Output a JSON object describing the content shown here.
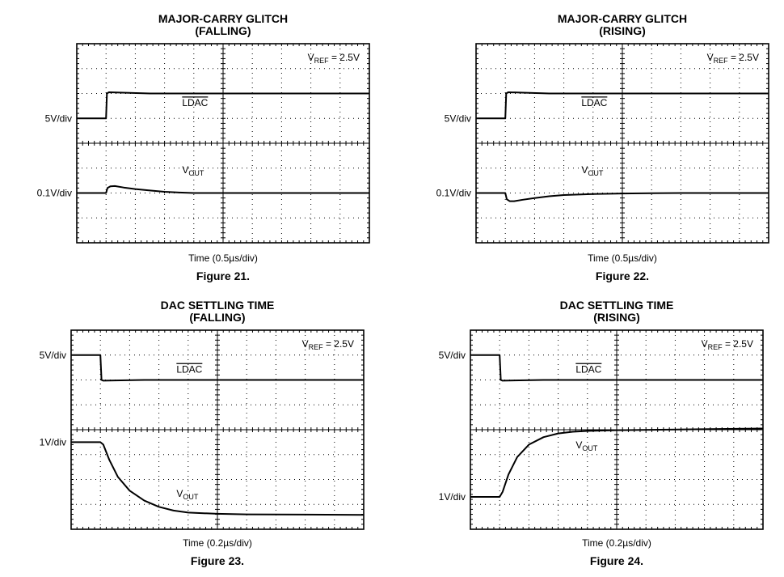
{
  "colors": {
    "trace": "#000000",
    "grid": "#000000",
    "background": "#ffffff"
  },
  "chart_data": [
    {
      "type": "line",
      "title": [
        "MAJOR-CARRY GLITCH",
        "(FALLING)"
      ],
      "xlabel": "Time (0.5µs/div)",
      "figure": "Figure 21.",
      "ref_annotation": {
        "v": "V",
        "sub": "REF",
        "rest": " = 2.5V"
      },
      "divisions": {
        "x": 10,
        "y": 8
      },
      "channels": [
        {
          "scale": "5V/div",
          "ground_div": 3
        },
        {
          "scale": "0.1V/div",
          "ground_div": 6
        }
      ],
      "series": [
        {
          "name": "LDAC",
          "overline": true,
          "label_at_div": [
            3.6,
            2.5
          ],
          "points": [
            [
              0,
              3
            ],
            [
              1,
              3
            ],
            [
              1.03,
              2
            ],
            [
              1.1,
              1.95
            ],
            [
              2.5,
              2
            ],
            [
              10,
              2
            ]
          ]
        },
        {
          "name": "OUT",
          "prefix": "V",
          "label_at_div": [
            3.6,
            5.2
          ],
          "points": [
            [
              0,
              6
            ],
            [
              1,
              6
            ],
            [
              1.05,
              5.8
            ],
            [
              1.15,
              5.73
            ],
            [
              1.3,
              5.72
            ],
            [
              1.6,
              5.78
            ],
            [
              2,
              5.84
            ],
            [
              2.5,
              5.9
            ],
            [
              3,
              5.95
            ],
            [
              3.5,
              5.98
            ],
            [
              4,
              6
            ],
            [
              10,
              6
            ]
          ]
        }
      ]
    },
    {
      "type": "line",
      "title": [
        "MAJOR-CARRY GLITCH",
        "(RISING)"
      ],
      "xlabel": "Time (0.5µs/div)",
      "figure": "Figure 22.",
      "ref_annotation": {
        "v": "V",
        "sub": "REF",
        "rest": " = 2.5V"
      },
      "divisions": {
        "x": 10,
        "y": 8
      },
      "channels": [
        {
          "scale": "5V/div",
          "ground_div": 3
        },
        {
          "scale": "0.1V/div",
          "ground_div": 6
        }
      ],
      "series": [
        {
          "name": "LDAC",
          "overline": true,
          "label_at_div": [
            3.6,
            2.5
          ],
          "points": [
            [
              0,
              3
            ],
            [
              1,
              3
            ],
            [
              1.03,
              2
            ],
            [
              1.1,
              1.95
            ],
            [
              2.5,
              2
            ],
            [
              10,
              2
            ]
          ]
        },
        {
          "name": "OUT",
          "prefix": "V",
          "label_at_div": [
            3.6,
            5.2
          ],
          "points": [
            [
              0,
              6
            ],
            [
              1,
              6
            ],
            [
              1.05,
              6.25
            ],
            [
              1.15,
              6.33
            ],
            [
              1.3,
              6.33
            ],
            [
              1.6,
              6.27
            ],
            [
              2,
              6.2
            ],
            [
              2.5,
              6.13
            ],
            [
              3,
              6.08
            ],
            [
              4,
              6.04
            ],
            [
              5,
              6.02
            ],
            [
              6,
              6.01
            ],
            [
              7,
              6
            ],
            [
              10,
              6
            ]
          ]
        }
      ]
    },
    {
      "type": "line",
      "title": [
        "DAC SETTLING TIME",
        "(FALLING)"
      ],
      "xlabel": "Time (0.2µs/div)",
      "figure": "Figure 23.",
      "ref_annotation": {
        "v": "V",
        "sub": "REF",
        "rest": " = 2.5V"
      },
      "divisions": {
        "x": 10,
        "y": 8
      },
      "channels": [
        {
          "scale": "5V/div",
          "ground_div": 1
        },
        {
          "scale": "1V/div",
          "ground_div": 4.5
        }
      ],
      "series": [
        {
          "name": "LDAC",
          "overline": true,
          "label_at_div": [
            3.6,
            1.7
          ],
          "points": [
            [
              0,
              1
            ],
            [
              1,
              1
            ],
            [
              1.04,
              2
            ],
            [
              1.1,
              2.03
            ],
            [
              2.5,
              2
            ],
            [
              10,
              2
            ]
          ]
        },
        {
          "name": "OUT",
          "prefix": "V",
          "label_at_div": [
            3.6,
            6.7
          ],
          "points": [
            [
              0,
              4.5
            ],
            [
              1,
              4.5
            ],
            [
              1.1,
              4.6
            ],
            [
              1.3,
              5.2
            ],
            [
              1.6,
              5.9
            ],
            [
              2,
              6.45
            ],
            [
              2.5,
              6.85
            ],
            [
              3,
              7.1
            ],
            [
              3.5,
              7.25
            ],
            [
              4,
              7.33
            ],
            [
              5,
              7.38
            ],
            [
              6,
              7.4
            ],
            [
              10,
              7.42
            ]
          ]
        }
      ]
    },
    {
      "type": "line",
      "title": [
        "DAC SETTLING TIME",
        "(RISING)"
      ],
      "xlabel": "Time (0.2µs/div)",
      "figure": "Figure 24.",
      "ref_annotation": {
        "v": "V",
        "sub": "REF",
        "rest": " = 2.5V"
      },
      "divisions": {
        "x": 10,
        "y": 8
      },
      "channels": [
        {
          "scale": "5V/div",
          "ground_div": 1
        },
        {
          "scale": "1V/div",
          "ground_div": 6.7
        }
      ],
      "series": [
        {
          "name": "LDAC",
          "overline": true,
          "label_at_div": [
            3.6,
            1.7
          ],
          "points": [
            [
              0,
              1
            ],
            [
              1,
              1
            ],
            [
              1.04,
              2
            ],
            [
              1.1,
              2.03
            ],
            [
              2.5,
              2
            ],
            [
              10,
              2
            ]
          ]
        },
        {
          "name": "OUT",
          "prefix": "V",
          "label_at_div": [
            3.6,
            4.75
          ],
          "points": [
            [
              0,
              6.7
            ],
            [
              1,
              6.7
            ],
            [
              1.1,
              6.5
            ],
            [
              1.3,
              5.8
            ],
            [
              1.6,
              5.1
            ],
            [
              2,
              4.6
            ],
            [
              2.5,
              4.3
            ],
            [
              3,
              4.15
            ],
            [
              3.5,
              4.08
            ],
            [
              4,
              4.05
            ],
            [
              5,
              4.02
            ],
            [
              10,
              3.95
            ]
          ]
        }
      ]
    }
  ]
}
